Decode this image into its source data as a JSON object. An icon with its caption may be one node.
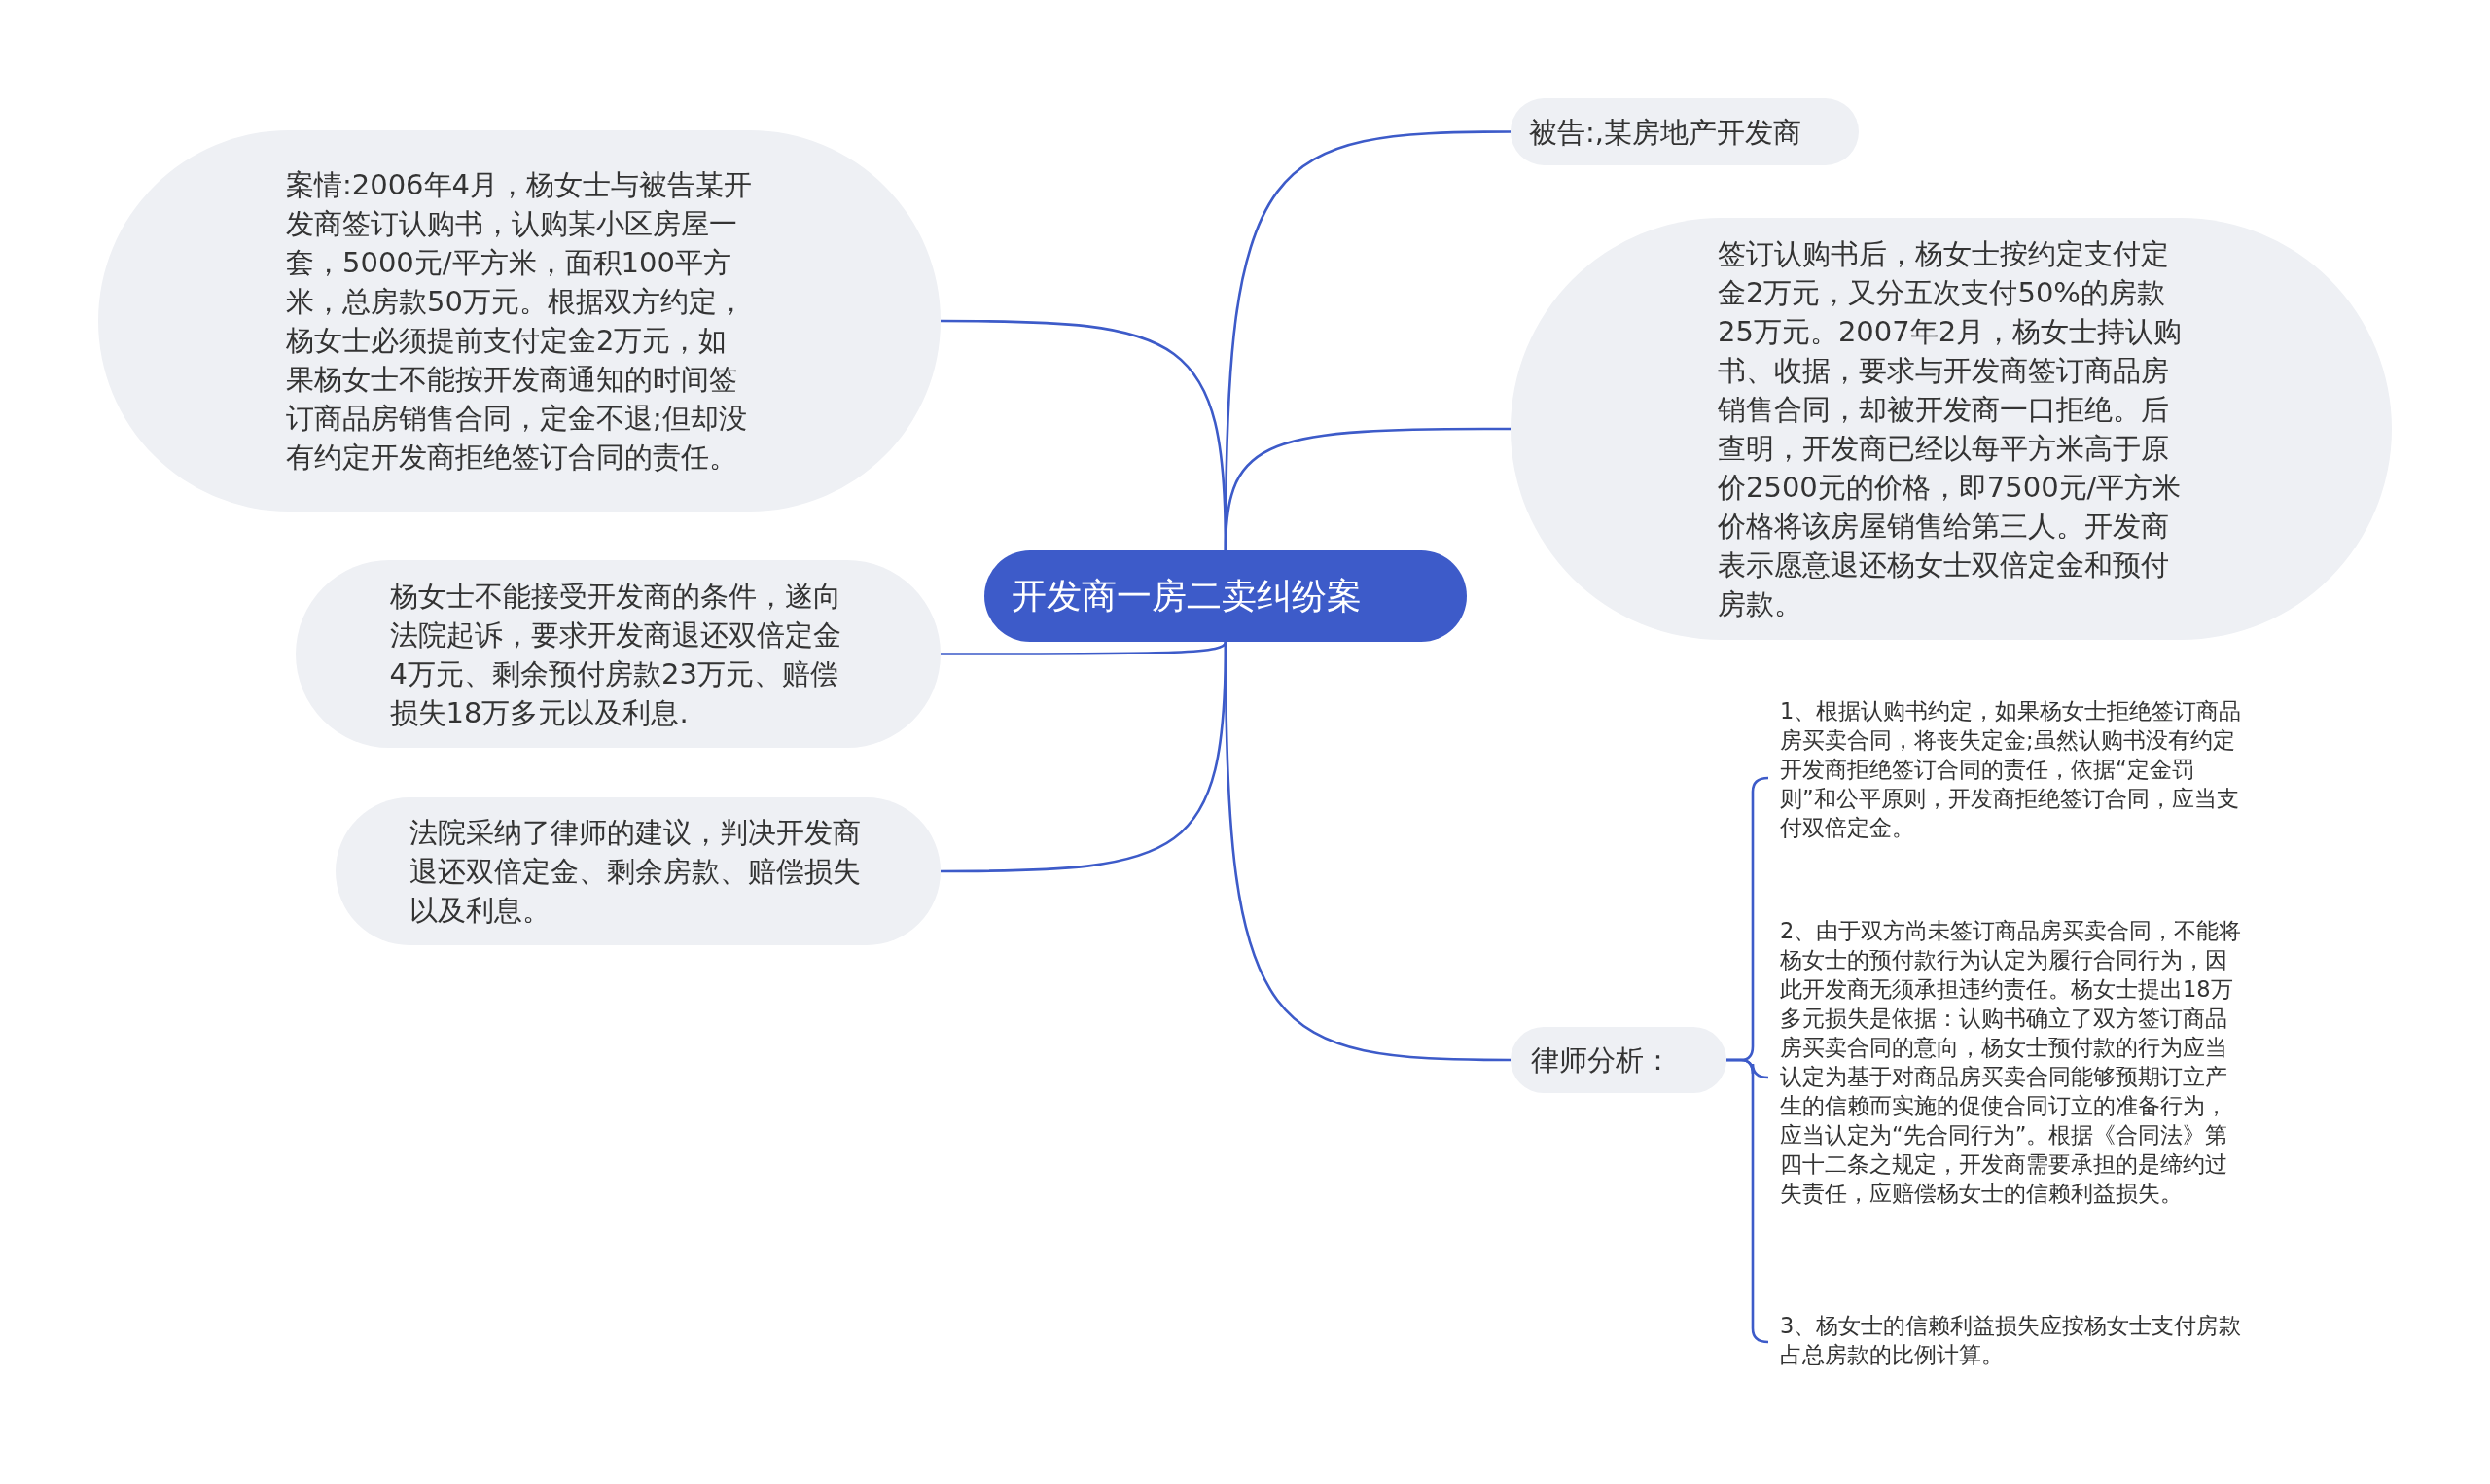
{
  "diagram": {
    "nodes": [
      {
        "text": [
          "开发商一房二卖纠纷案"
        ]
      },
      {
        "text": [
          "案情:2006年4月，杨女士与被告某开发商签订认购书，认购某小区房屋一套，5000元/平方米，面积100平方米，总房款50万元。根据双方约定，杨女士必须提前支付定金2万元，如果杨女士不能按开发商通知的时间签订商品房销售合同，定金不退;但却没有约定开发商拒绝签订合同的责任。"
        ]
      },
      {
        "text": [
          "杨女士不能接受开发商的条件，遂向法院起诉，要求开发商退还双倍定金4万元、剩余预付房款23万元、赔偿损失18万多元以及利息."
        ]
      },
      {
        "text": [
          "法院采纳了律师的建议，判决开发商退还双倍定金、剩余房款、赔偿损失以及利息。"
        ]
      },
      {
        "text": [
          "被告:,某房地产开发商"
        ]
      },
      {
        "text": [
          "签订认购书后，杨女士按约定支付定金2万元，又分五次支付50%的房款25万元。2007年2月，杨女士持认购书、收据，要求与开发商签订商品房销售合同，却被开发商一口拒绝。后查明，开发商已经以每平方米高于原价2500元的价格，即7500元/平方米价格将该房屋销售给第三人。开发商表示愿意退还杨女士双倍定金和预付房款。"
        ]
      },
      {
        "text": [
          "律师分析："
        ]
      },
      {
        "text": [
          "1、根据认购书约定，如果杨女士拒绝签订商品房买卖合同，将丧失定金;虽然认购书没有约定开发商拒绝签订合同的责任，依据“定金罚则”和公平原则，开发商拒绝签订合同，应当支付双倍定金。"
        ]
      },
      {
        "text": [
          "2、由于双方尚未签订商品房买卖合同，不能将杨女士的预付款行为认定为履行合同行为，因此开发商无须承担违约责任。杨女士提出18万多元损失是依据：认购书确立了双方签订商品房买卖合同的意向，杨女士预付款的行为应当认定为基于对商品房买卖合同能够预期订立产生的信赖而实施的促使合同订立的准备行为，应当认定为“先合同行为”。根据《合同法》第四十二条之规定，开发商需要承担的是缔约过失责任，应赔偿杨女士的信赖利益损失。"
        ]
      },
      {
        "text": [
          "3、杨女士的信赖利益损失应按杨女士支付房款占总房款的比例计算。"
        ]
      }
    ],
    "edges": [
      {
        "from": 0,
        "to": 1,
        "arrow": "none"
      },
      {
        "from": 0,
        "to": 2,
        "arrow": "none"
      },
      {
        "from": 0,
        "to": 3,
        "arrow": "none"
      },
      {
        "from": 0,
        "to": 4,
        "arrow": "none"
      },
      {
        "from": 0,
        "to": 5,
        "arrow": "none"
      },
      {
        "from": 0,
        "to": 6,
        "arrow": "none"
      },
      {
        "from": 6,
        "to": 7,
        "arrow": "none"
      },
      {
        "from": 6,
        "to": 8,
        "arrow": "none"
      },
      {
        "from": 6,
        "to": 9,
        "arrow": "none"
      }
    ]
  }
}
